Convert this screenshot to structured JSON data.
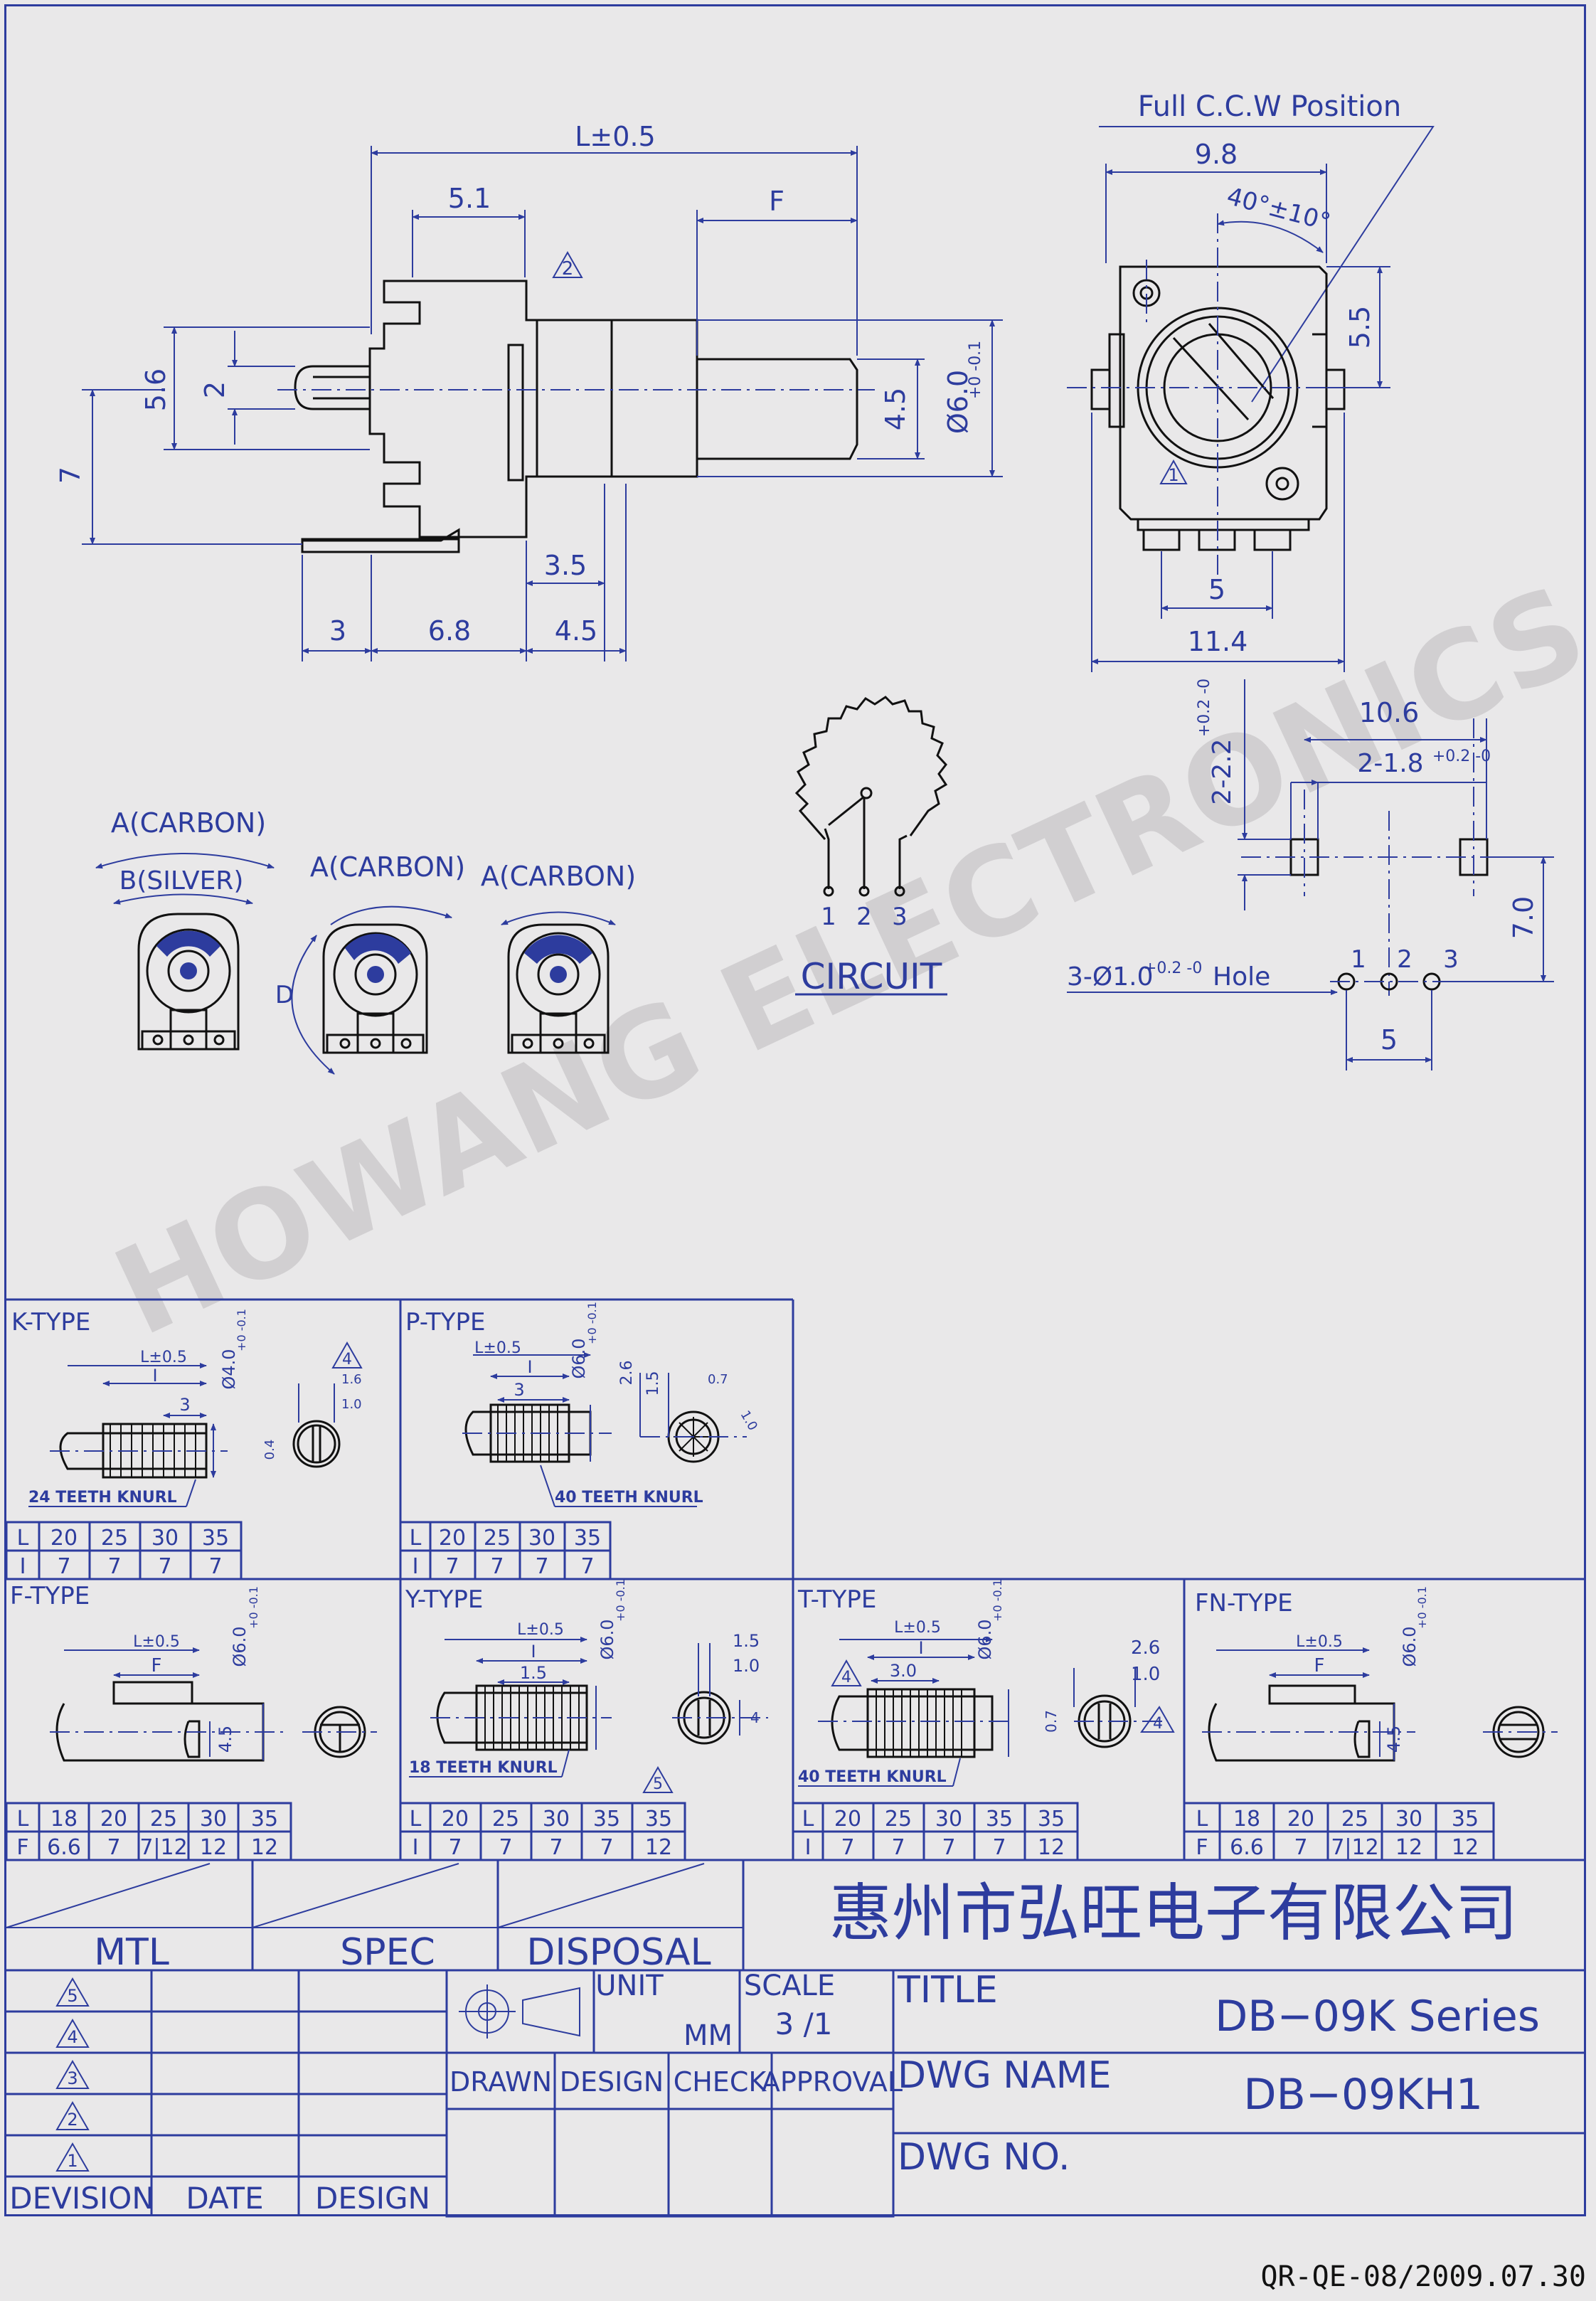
{
  "watermark": "HOWANG ELECTRONICS",
  "footer_code": "QR-QE-08/2009.07.30",
  "side_view": {
    "dim_L": "L±0.5",
    "dim_5_1": "5.1",
    "dim_F": "F",
    "rev_mark": "2",
    "dim_5_6": "5.6",
    "dim_2": "2",
    "dim_7": "7",
    "dim_4_5": "4.5",
    "dim_shaft": "Ø6.0",
    "dim_shaft_tol": "+0 -0.1",
    "dim_3_5": "3.5",
    "dim_3": "3",
    "dim_6_8": "6.8",
    "dim_4_5b": "4.5"
  },
  "front_view": {
    "label": "Full C.C.W Position",
    "dim_9_8": "9.8",
    "dim_angle": "40°±10°",
    "dim_5_5": "5.5",
    "rev_mark": "1",
    "dim_5": "5",
    "dim_11_4": "11.4"
  },
  "pcb_layout": {
    "dim_10_6": "10.6",
    "dim_slot_w": "2-1.8",
    "dim_slot_w_tol": "+0.2 -0",
    "dim_slot_h": "2-2.2",
    "dim_slot_h_tol": "+0.2 -0",
    "dim_7_0": "7.0",
    "hole_label": "3-Ø1.0",
    "hole_tol": "+0.2 -0",
    "hole_suffix": "Hole",
    "pins": [
      "1",
      "2",
      "3"
    ],
    "dim_5": "5"
  },
  "circuit": {
    "label": "CIRCUIT",
    "pins": [
      "1",
      "2",
      "3"
    ]
  },
  "track_types": {
    "a1": "A(CARBON)",
    "b1": "B(SILVER)",
    "a2": "A(CARBON)",
    "d": "D",
    "a3": "A(CARBON)"
  },
  "shaft_types": {
    "k": {
      "title": "K-TYPE",
      "dim_L": "L±0.5",
      "dim_I": "I",
      "dim_3": "3",
      "dim_dia": "Ø4.0",
      "dim_dia_tol": "+0 -0.1",
      "rev": "4",
      "dim_1_6": "1.6",
      "dim_1_0": "1.0",
      "dim_0_4": "0.4",
      "knurl": "24 TEETH KNURL",
      "table": {
        "h": [
          "L",
          "20",
          "25",
          "30",
          "35"
        ],
        "r": [
          "I",
          "7",
          "7",
          "7",
          "7"
        ]
      }
    },
    "p": {
      "title": "P-TYPE",
      "dim_L": "L±0.5",
      "dim_I": "I",
      "dim_3": "3",
      "dim_dia": "Ø6.0",
      "dim_dia_tol": "+0 -0.1",
      "dim_2_6": "2.6",
      "dim_1_5": "1.5",
      "dim_0_7": "0.7",
      "dim_1_0": "1.0",
      "knurl": "40 TEETH KNURL",
      "table": {
        "h": [
          "L",
          "20",
          "25",
          "30",
          "35"
        ],
        "r": [
          "I",
          "7",
          "7",
          "7",
          "7"
        ]
      }
    },
    "f": {
      "title": "F-TYPE",
      "dim_L": "L±0.5",
      "dim_F": "F",
      "dim_dia": "Ø6.0",
      "dim_dia_tol": "+0 -0.1",
      "dim_4_5": "4.5",
      "table": {
        "h": [
          "L",
          "18",
          "20",
          "25",
          "30",
          "35"
        ],
        "r": [
          "F",
          "6.6",
          "7",
          "7|12",
          "12",
          "12"
        ]
      }
    },
    "y": {
      "title": "Y-TYPE",
      "dim_L": "L±0.5",
      "dim_I": "I",
      "dim_1_5": "1.5",
      "dim_dia": "Ø6.0",
      "dim_dia_tol": "+0 -0.1",
      "dim_1_5b": "1.5",
      "dim_1_0": "1.0",
      "dim_4": "4",
      "knurl": "18 TEETH KNURL",
      "rev": "5",
      "table": {
        "h": [
          "L",
          "20",
          "25",
          "30",
          "35",
          "35"
        ],
        "r": [
          "I",
          "7",
          "7",
          "7",
          "7",
          "12"
        ]
      }
    },
    "t": {
      "title": "T-TYPE",
      "dim_L": "L±0.5",
      "dim_I": "I",
      "dim_3_0": "3.0",
      "dim_dia": "Ø6.0",
      "dim_dia_tol": "+0 -0.1",
      "rev": "4",
      "dim_2_6": "2.6",
      "dim_1_0": "1.0",
      "dim_0_7": "0.7",
      "knurl": "40 TEETH KNURL",
      "table": {
        "h": [
          "L",
          "20",
          "25",
          "30",
          "35",
          "35"
        ],
        "r": [
          "I",
          "7",
          "7",
          "7",
          "7",
          "12"
        ]
      }
    },
    "fn": {
      "title": "FN-TYPE",
      "dim_L": "L±0.5",
      "dim_F": "F",
      "dim_dia": "Ø6.0",
      "dim_dia_tol": "+0 -0.1",
      "dim_4_5": "4.5",
      "table": {
        "h": [
          "L",
          "18",
          "20",
          "25",
          "30",
          "35"
        ],
        "r": [
          "F",
          "6.6",
          "7",
          "7|12",
          "12",
          "12"
        ]
      }
    }
  },
  "title_block": {
    "mtl": "MTL",
    "spec": "SPEC",
    "disposal": "DISPOSAL",
    "company": "惠州市弘旺电子有限公司",
    "revisions": [
      "5",
      "4",
      "3",
      "2",
      "1"
    ],
    "col_division": "DEVISION",
    "col_date": "DATE",
    "col_design": "DESIGN",
    "unit_label": "UNIT",
    "unit_value": "MM",
    "scale_label": "SCALE",
    "scale_value": "3  /1",
    "drawn": "DRAWN",
    "design": "DESIGN",
    "check": "CHECK",
    "approval": "APPROVAL",
    "title_label": "TITLE",
    "title_value": "DB−09K  Series",
    "dwg_name_label": "DWG  NAME",
    "dwg_name_value": "DB−09KH1",
    "dwg_no_label": "DWG  NO."
  }
}
